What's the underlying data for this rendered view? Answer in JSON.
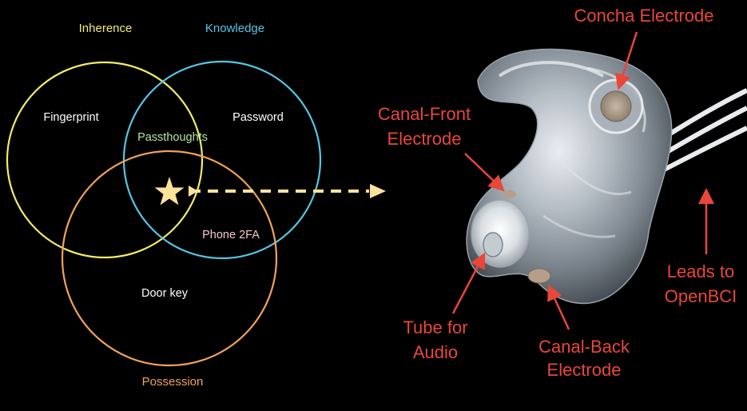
{
  "venn": {
    "sets": {
      "inherence": {
        "label": "Inherence",
        "color": "#f2ec6c"
      },
      "knowledge": {
        "label": "Knowledge",
        "color": "#56c6e4"
      },
      "possession": {
        "label": "Possession",
        "color": "#f0a35b"
      }
    },
    "items": {
      "fingerprint": {
        "label": "Fingerprint",
        "color": "#ffffff"
      },
      "password": {
        "label": "Password",
        "color": "#ffffff"
      },
      "passthoughts": {
        "label": "Passthoughts",
        "color": "#b9e3a6"
      },
      "phone2fa": {
        "label": "Phone 2FA",
        "color": "#f6c7c9"
      },
      "doorkey": {
        "label": "Door key",
        "color": "#ffffff"
      }
    },
    "star_color": "#fde39a",
    "arrow_color": "#fde39a"
  },
  "photo": {
    "label_color": "#e8473a",
    "labels": {
      "concha": "Concha Electrode",
      "canal_front": [
        "Canal-Front",
        "Electrode"
      ],
      "tube": [
        "Tube for",
        "Audio"
      ],
      "canal_back": [
        "Canal-Back",
        "Electrode"
      ],
      "leads": [
        "Leads to",
        "OpenBCI"
      ]
    }
  }
}
